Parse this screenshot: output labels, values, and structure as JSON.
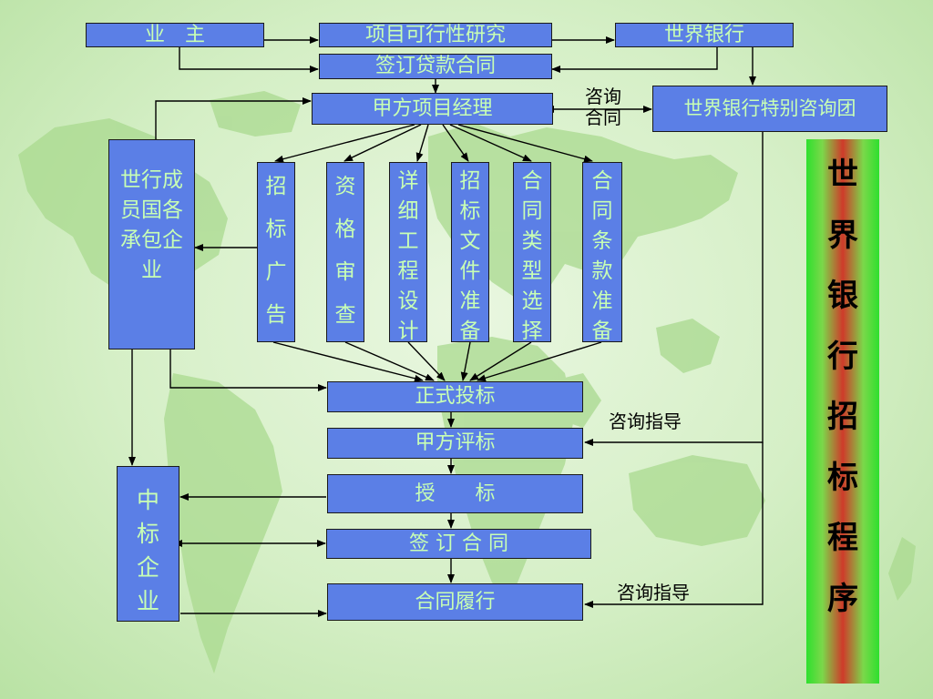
{
  "nodes": {
    "owner": "业　主",
    "feasibility": "项目可行性研究",
    "world_bank": "世界银行",
    "loan_contract": "签订贷款合同",
    "pm": "甲方项目经理",
    "wb_consult": "世界银行特别咨询团",
    "member_firms": "世行成员国各承包企业",
    "ad": "招标广告",
    "qual": "资格审查",
    "design": "详细工程设计",
    "docs": "招标文件准备",
    "ctype": "合同类型选择",
    "clause": "合同条款准备",
    "formal_bid": "正式投标",
    "evaluation": "甲方评标",
    "award": "授　　标",
    "sign": "签 订 合 同",
    "perform": "合同履行",
    "winner": "中标企业"
  },
  "notes": {
    "consult_contract": "咨询合同",
    "guide_1": "咨询指导",
    "guide_2": "咨询指导"
  },
  "title": "世界银行招标程序",
  "colors": {
    "box_fill": "#5b7fe6",
    "box_text": "#c8ffb4",
    "line": "#000000",
    "title_green": "#2ee02e",
    "title_red": "#cf3a2a"
  }
}
